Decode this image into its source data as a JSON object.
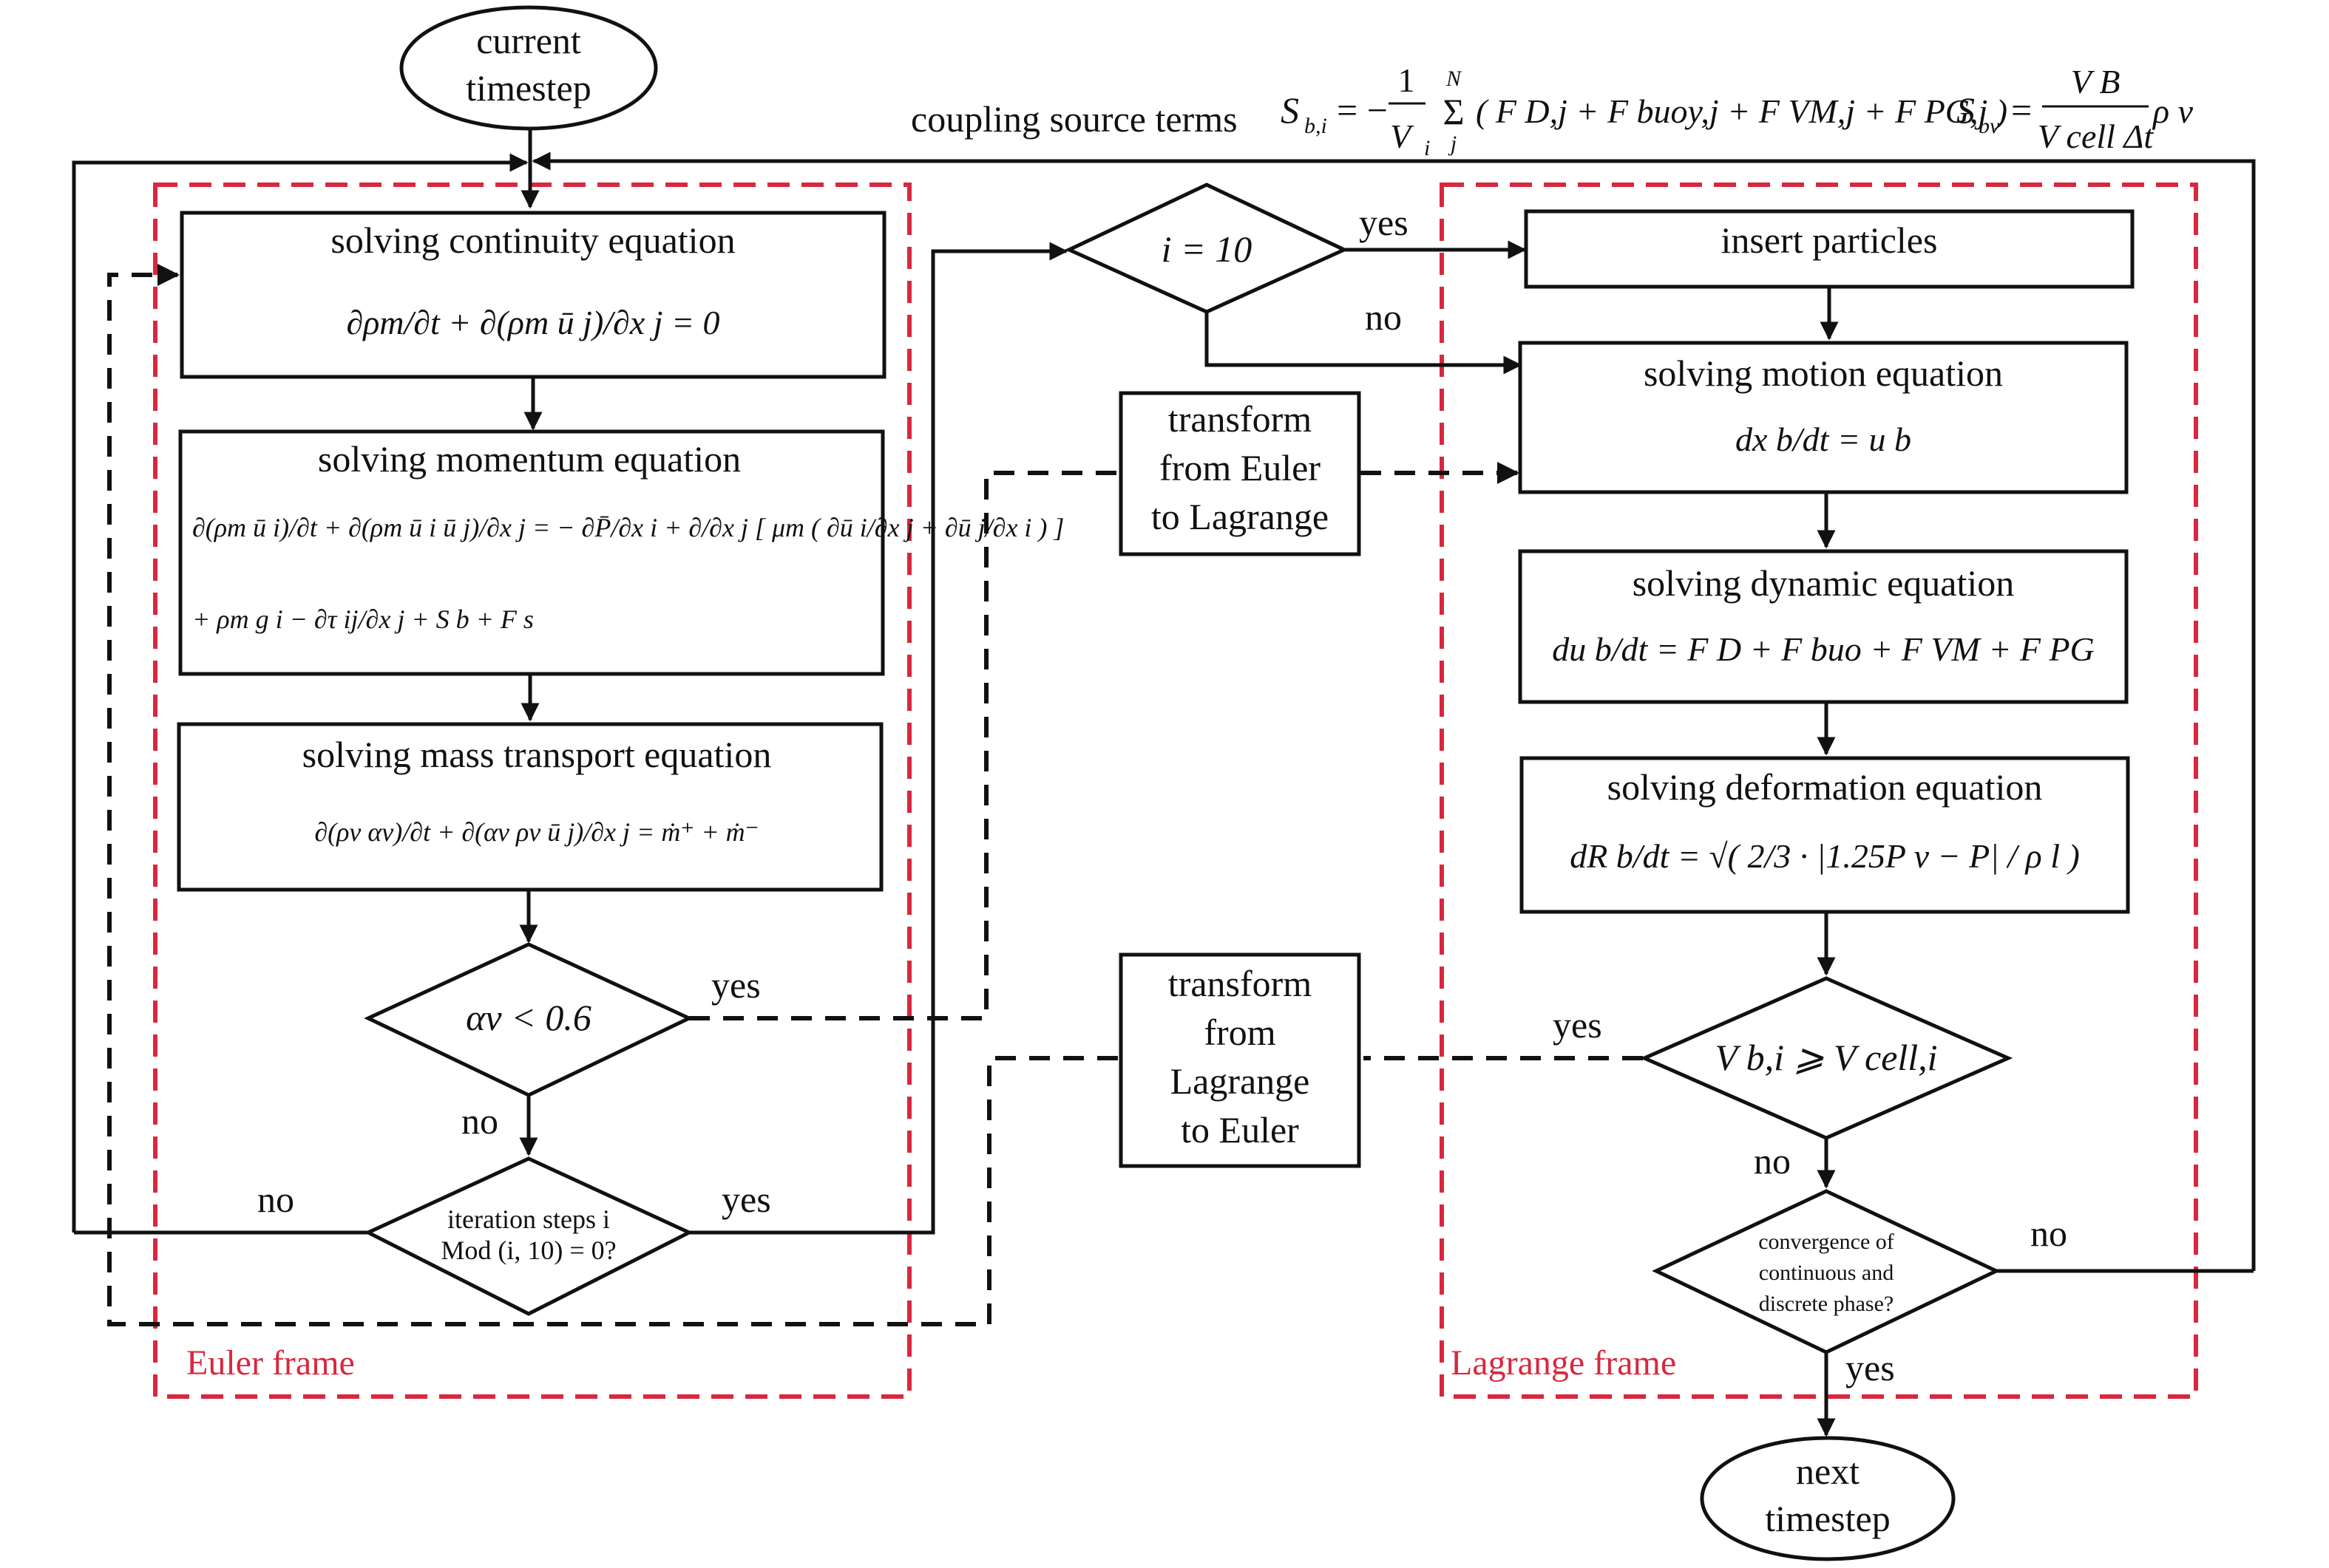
{
  "terminals": {
    "start": [
      "current",
      "timestep"
    ],
    "end": [
      "next",
      "timestep"
    ]
  },
  "coupling": {
    "label": "coupling source terms",
    "sbi_lhs": "S",
    "sbi_sub": "b,i",
    "sbi_frac": "1",
    "sbi_den": "V",
    "sbi_den_sub": "i",
    "sum_top": "N",
    "sum_bot": "j",
    "sbi_forces": "( F D,j + F buoy,j + F VM,j + F PG,j )",
    "sbv_lhs": "S",
    "sbv_sub": "bv",
    "sbv_num": "V B",
    "sbv_den": "V cell Δt",
    "sbv_rho": "ρ v"
  },
  "euler": {
    "frame_label": "Euler frame",
    "continuity_title": "solving continuity equation",
    "continuity_eq": "∂ρm/∂t + ∂(ρm ū j)/∂x j = 0",
    "momentum_title": "solving momentum equation",
    "momentum_eq_1": "∂(ρm ū i)/∂t + ∂(ρm ū i ū j)/∂x j = − ∂P̄/∂x i + ∂/∂x j [ μm ( ∂ū i/∂x j + ∂ū j/∂x i ) ]",
    "momentum_eq_2": "+ ρm g i − ∂τ ij/∂x j + S b + F s",
    "mass_title": "solving mass transport equation",
    "mass_eq": "∂(ρv αv)/∂t + ∂(αv ρv ū j)/∂x j = ṁ⁺ + ṁ⁻",
    "alpha_cond": "αv < 0.6",
    "iter_line1": "iteration steps i",
    "iter_line2": "Mod (i, 10) = 0?"
  },
  "middle": {
    "i_cond": "i = 10",
    "to_lagrange": [
      "transform",
      "from Euler",
      "to Lagrange"
    ],
    "to_euler": [
      "transform",
      "from",
      "Lagrange",
      "to Euler"
    ]
  },
  "lagrange": {
    "frame_label": "Lagrange frame",
    "insert": "insert particles",
    "motion_title": "solving motion equation",
    "motion_eq": "dx b/dt = u b",
    "dynamic_title": "solving dynamic equation",
    "dynamic_eq": "du b/dt = F D + F buo + F VM + F PG",
    "deform_title": "solving deformation equation",
    "deform_eq": "dR b/dt = √( 2/3 · |1.25P v − P| / ρ l )",
    "volume_cond": "V b,i ⩾ V cell,i",
    "conv_line1": "convergence of",
    "conv_line2": "continuous and",
    "conv_line3": "discrete phase?"
  },
  "edge_labels": {
    "yes": "yes",
    "no": "no"
  },
  "colors": {
    "frame": "#d8283f",
    "stroke": "#111111"
  }
}
